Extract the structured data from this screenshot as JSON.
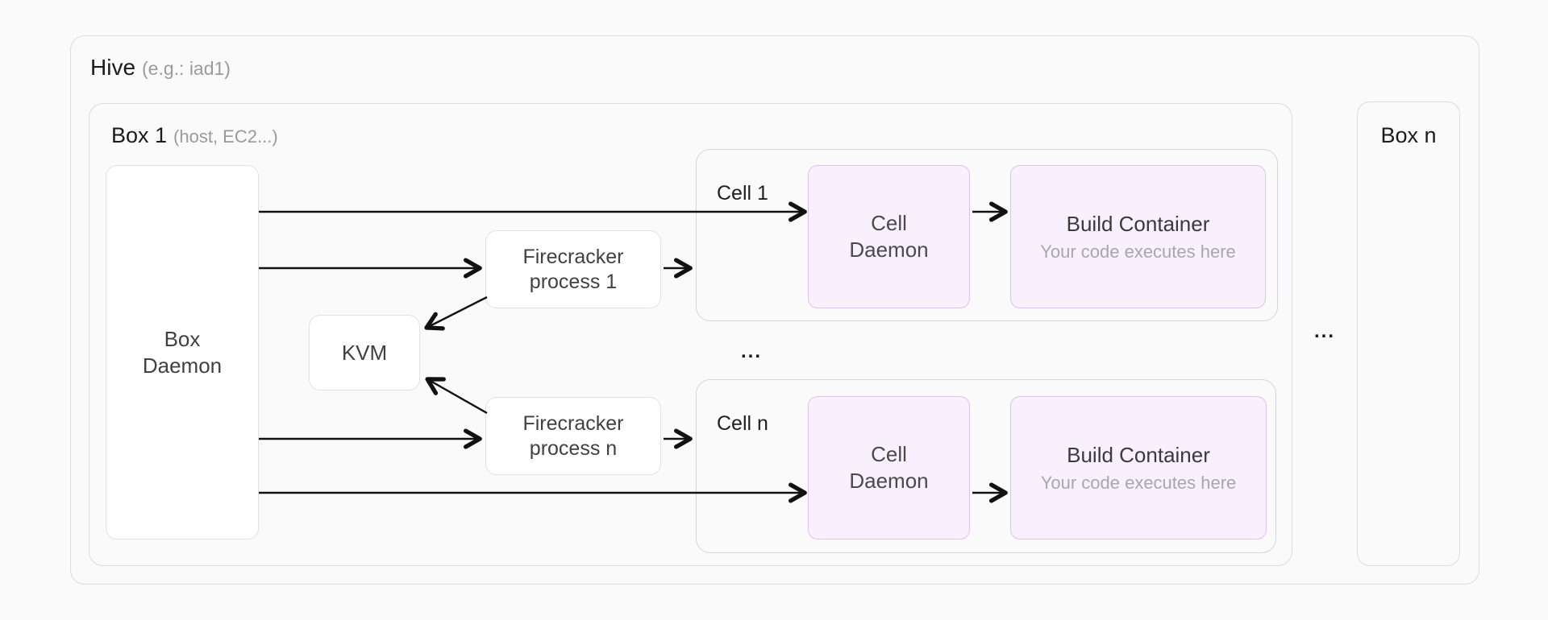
{
  "hive": {
    "title": "Hive",
    "subtitle": "(e.g.: iad1)"
  },
  "box1": {
    "title": "Box 1",
    "subtitle": "(host, EC2...)"
  },
  "box_n": {
    "title": "Box n"
  },
  "box_daemon": {
    "label": "Box Daemon"
  },
  "kvm": {
    "label": "KVM"
  },
  "firecracker_1": {
    "label": "Firecracker process 1"
  },
  "firecracker_n": {
    "label": "Firecracker process n"
  },
  "cell_1": {
    "label": "Cell 1",
    "daemon_label": "Cell Daemon",
    "build_title": "Build Container",
    "build_subtitle": "Your code executes here"
  },
  "cell_n": {
    "label": "Cell n",
    "daemon_label": "Cell Daemon",
    "build_title": "Build Container",
    "build_subtitle": "Your code executes here"
  },
  "ellipsis_cells": "...",
  "ellipsis_boxes": "...",
  "colors": {
    "background": "#fafafa",
    "panel_border": "#dcdcdc",
    "cell_panel_border": "#d5d5db",
    "node_fill": "#ffffff",
    "accent_fill": "#f8f0fc",
    "accent_border": "#ddc2ec",
    "arrow": "#111111",
    "title_text": "#1b1b1b",
    "muted_text": "#9a9a9a",
    "label_text": "#414141",
    "subtitle_text": "#a8a8a8"
  }
}
